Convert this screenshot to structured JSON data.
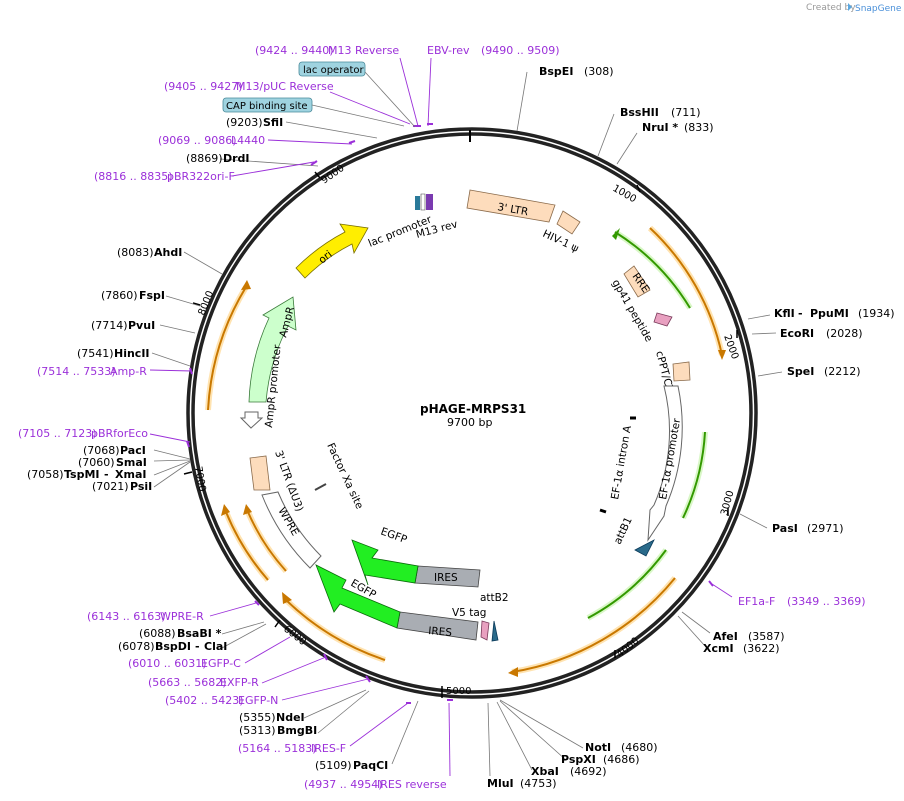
{
  "header": {
    "created_by": "Created by",
    "brand": "SnapGene"
  },
  "plasmid": {
    "name": "pHAGE-MRPS31",
    "size": "9700 bp"
  },
  "ticks": [
    "1000",
    "2000",
    "3000",
    "4000",
    "5000",
    "6000",
    "7000",
    "8000",
    "9000"
  ],
  "sites": [
    {
      "name": "BspEI",
      "pos": "(308)"
    },
    {
      "name": "BssHII",
      "pos": "(711)"
    },
    {
      "name": "NruI *",
      "pos": "(833)"
    },
    {
      "name": "KflI",
      "name2": "PpuMI",
      "pos": "(1934)"
    },
    {
      "name": "EcoRI",
      "pos": "(2028)"
    },
    {
      "name": "SpeI",
      "pos": "(2212)"
    },
    {
      "name": "PasI",
      "pos": "(2971)"
    },
    {
      "name": "AfeI",
      "pos": "(3587)"
    },
    {
      "name": "XcmI",
      "pos": "(3622)"
    },
    {
      "name": "NotI",
      "pos": "(4680)"
    },
    {
      "name": "PspXI",
      "pos": "(4686)"
    },
    {
      "name": "XbaI",
      "pos": "(4692)"
    },
    {
      "name": "MluI",
      "pos": "(4753)"
    },
    {
      "name": "PaqCI",
      "pos": "(5109)"
    },
    {
      "name": "BmgBI",
      "pos": "(5313)"
    },
    {
      "name": "NdeI",
      "pos": "(5355)"
    },
    {
      "name": "BspDI",
      "name2": "ClaI",
      "pos": "(6078)"
    },
    {
      "name": "BsaBI *",
      "pos": "(6088)"
    },
    {
      "name": "PsiI",
      "pos": "(7021)"
    },
    {
      "name": "TspMI",
      "name2": "XmaI",
      "pos": "(7058)"
    },
    {
      "name": "SmaI",
      "pos": "(7060)"
    },
    {
      "name": "PacI",
      "pos": "(7068)"
    },
    {
      "name": "HincII",
      "pos": "(7541)"
    },
    {
      "name": "PvuI",
      "pos": "(7714)"
    },
    {
      "name": "FspI",
      "pos": "(7860)"
    },
    {
      "name": "AhdI",
      "pos": "(8083)"
    },
    {
      "name": "DrdI",
      "pos": "(8869)"
    },
    {
      "name": "SfiI",
      "pos": "(9203)"
    }
  ],
  "primers": [
    {
      "name": "M13 Reverse",
      "range": "(9424 .. 9440)"
    },
    {
      "name": "EBV-rev",
      "range": "(9490 .. 9509)"
    },
    {
      "name": "M13/pUC Reverse",
      "range": "(9405 .. 9427)"
    },
    {
      "name": "L4440",
      "range": "(9069 .. 9086)"
    },
    {
      "name": "pBR322ori-F",
      "range": "(8816 .. 8835)"
    },
    {
      "name": "Amp-R",
      "range": "(7514 .. 7533)"
    },
    {
      "name": "pBRforEco",
      "range": "(7105 .. 7123)"
    },
    {
      "name": "EF1a-F",
      "range": "(3349 .. 3369)"
    },
    {
      "name": "WPRE-R",
      "range": "(6143 .. 6163)"
    },
    {
      "name": "EGFP-C",
      "range": "(6010 .. 6031)"
    },
    {
      "name": "EXFP-R",
      "range": "(5663 .. 5682)"
    },
    {
      "name": "EGFP-N",
      "range": "(5402 .. 5423)"
    },
    {
      "name": "IRES-F",
      "range": "(5164 .. 5183)"
    },
    {
      "name": "IRES reverse",
      "range": "(4937 .. 4954)"
    }
  ],
  "boxed_labels": [
    "lac operator",
    "CAP binding site"
  ],
  "features": [
    "3' LTR",
    "HIV-1 ψ",
    "RRE",
    "gp41 peptide",
    "cPPT/CTS",
    "EF-1α promoter",
    "EF-1α intron A",
    "attB1",
    "IRES",
    "EGFP",
    "attB2",
    "V5 tag",
    "WPRE",
    "3' LTR (ΔU3)",
    "Factor Xa site",
    "AmpR",
    "AmpR promoter",
    "ori",
    "lac promoter",
    "M13 rev"
  ],
  "colors": {
    "primer": "#9b30d9",
    "ltr": "#fddcbc",
    "egfp": "#22ee22",
    "ires": "#a9adb3",
    "ori": "#ffee00",
    "ampr": "#ccffcc",
    "orf_orange": "#e68a00",
    "backbone": "#222222"
  }
}
